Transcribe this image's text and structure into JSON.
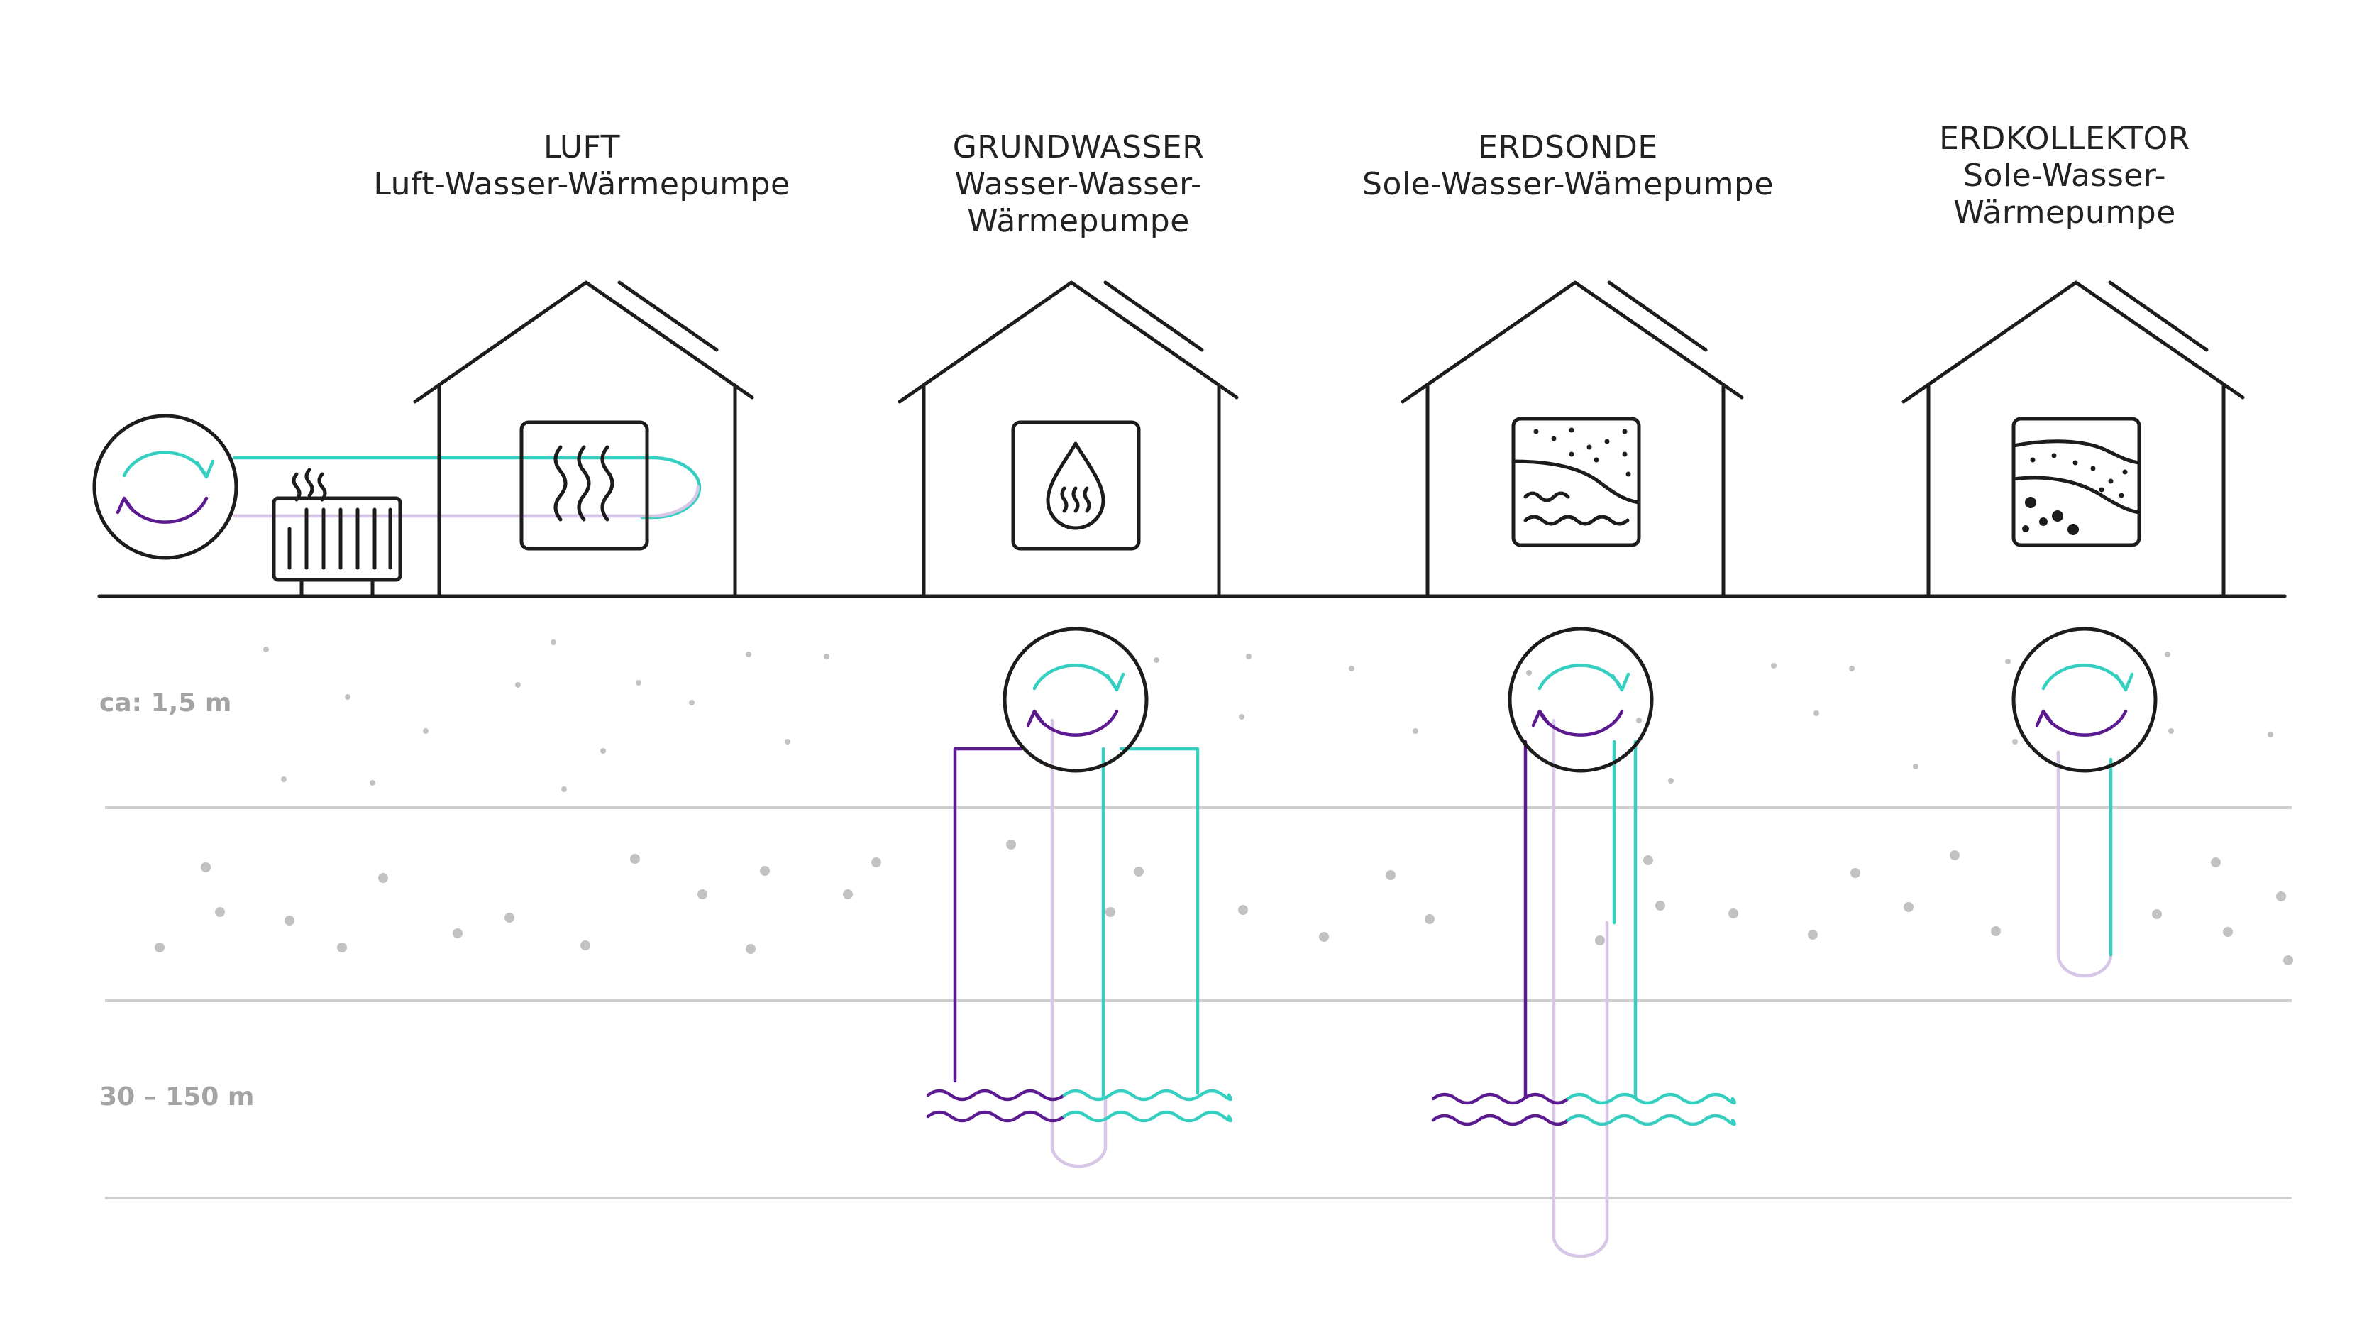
{
  "colors": {
    "purple": "#5b1a8f",
    "teal": "#35cfc2",
    "lilac": "#d7c6e6",
    "ink": "#1c1c1c",
    "ground_line": "#cfcfcf",
    "dots": "#c2c2c2",
    "depth_text": "#a3a3a3"
  },
  "sections": [
    {
      "id": "luft",
      "title": "LUFT",
      "subtitle": [
        "Luft-Wasser-Wärmepumpe"
      ],
      "icon": "heat-waves-icon"
    },
    {
      "id": "grundwasser",
      "title": "GRUNDWASSER",
      "subtitle": [
        "Wasser-Wasser-",
        "Wärmepumpe"
      ],
      "icon": "water-drop-icon"
    },
    {
      "id": "erdsonde",
      "title": "ERDSONDE",
      "subtitle": [
        "Sole-Wasser-Wämepumpe"
      ],
      "icon": "soil-layers-icon"
    },
    {
      "id": "erdkollektor",
      "title": "ERDKOLLEKTOR",
      "subtitle": [
        "Sole-Wasser-",
        "Wärmepumpe"
      ],
      "icon": "soil-stones-icon"
    }
  ],
  "depth_labels": {
    "shallow": "ca: 1,5 m",
    "deep": "30 – 150 m"
  }
}
